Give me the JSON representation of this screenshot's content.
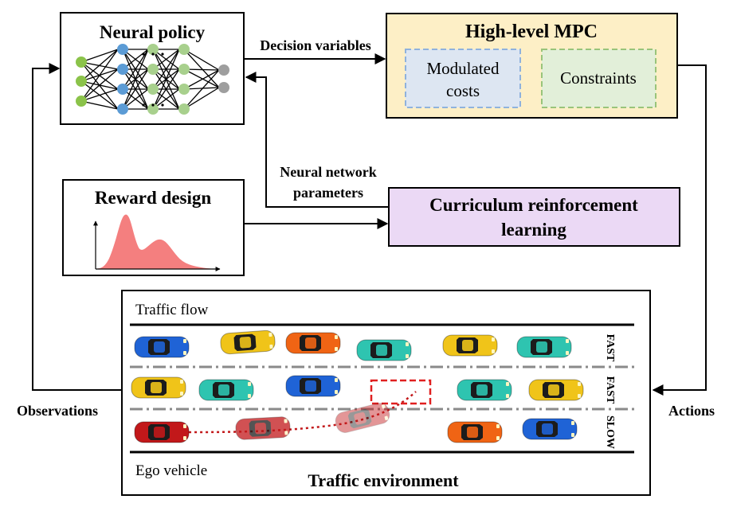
{
  "neural_policy": {
    "title": "Neural policy"
  },
  "mpc": {
    "title": "High-level MPC",
    "modulated_line1": "Modulated",
    "modulated_line2": "costs",
    "constraints": "Constraints"
  },
  "reward": {
    "title": "Reward design"
  },
  "curriculum": {
    "line1": "Curriculum reinforcement",
    "line2": "learning"
  },
  "arrows": {
    "decision_variables": "Decision variables",
    "nn_params_line1": "Neural network",
    "nn_params_line2": "parameters",
    "observations": "Observations",
    "actions": "Actions"
  },
  "environment": {
    "traffic_flow": "Traffic flow",
    "ego_vehicle": "Ego vehicle",
    "title": "Traffic environment",
    "lanes": [
      {
        "label": "FAST"
      },
      {
        "label": "FAST"
      },
      {
        "label": "SLOW"
      }
    ]
  },
  "colors": {
    "mpc_fill": "#fdefc6",
    "modulated_fill": "#dde6f2",
    "modulated_border": "#8fb2dd",
    "constraints_fill": "#e2efd9",
    "constraints_border": "#99c47a",
    "curriculum_fill": "#ebd9f5",
    "reward_curve": "#f47f7f",
    "ego_car": "#c2181a",
    "target_box": "#e02020"
  }
}
